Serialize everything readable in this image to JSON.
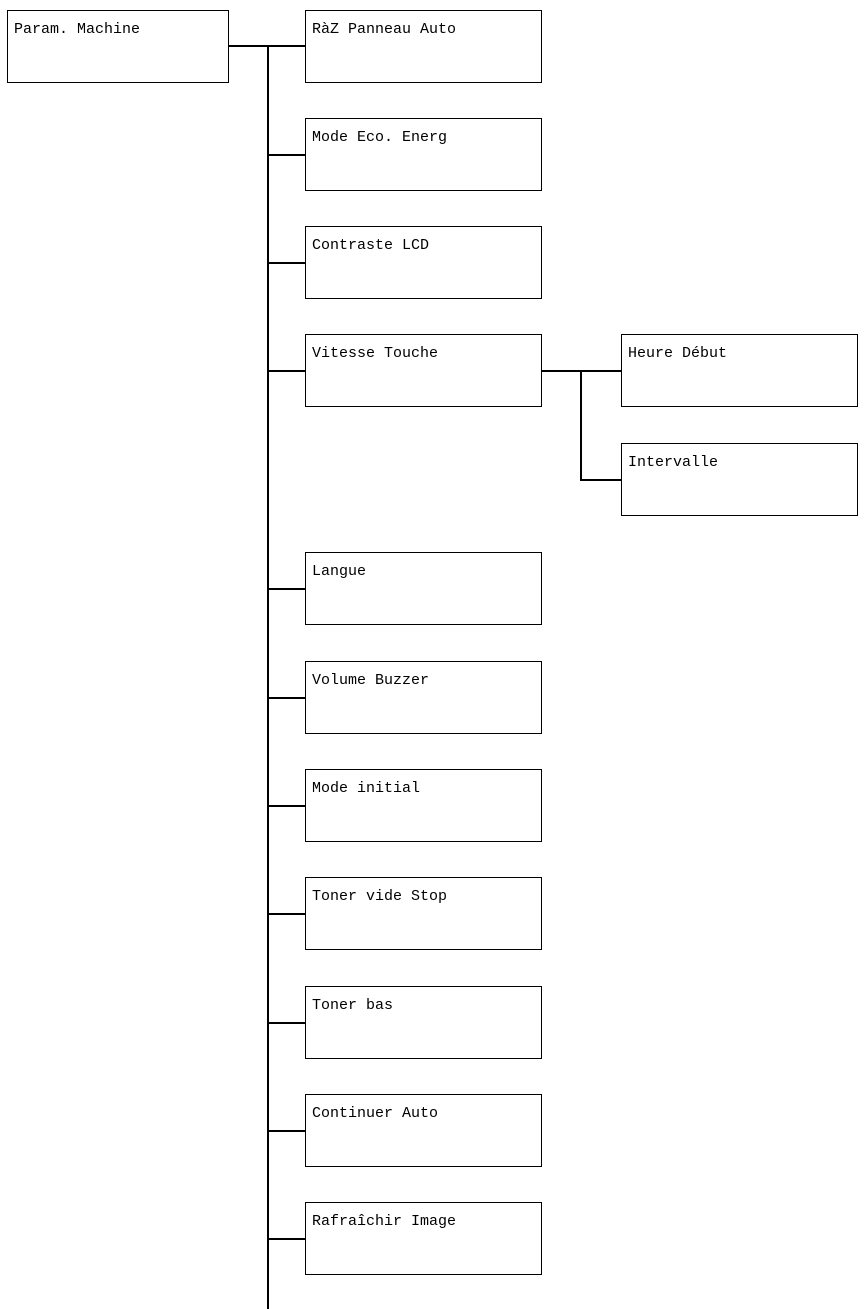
{
  "root": {
    "label": "Param. Machine"
  },
  "menu_items": [
    {
      "label": "RàZ Panneau Auto"
    },
    {
      "label": "Mode Eco. Energ"
    },
    {
      "label": "Contraste LCD"
    },
    {
      "label": "Vitesse Touche"
    },
    {
      "label": "Langue"
    },
    {
      "label": "Volume Buzzer"
    },
    {
      "label": "Mode initial"
    },
    {
      "label": "Toner vide Stop"
    },
    {
      "label": "Toner bas"
    },
    {
      "label": "Continuer Auto"
    },
    {
      "label": "Rafraîchir Image"
    }
  ],
  "vitesse_touche_sub": [
    {
      "label": "Heure Début"
    },
    {
      "label": "Intervalle"
    }
  ]
}
